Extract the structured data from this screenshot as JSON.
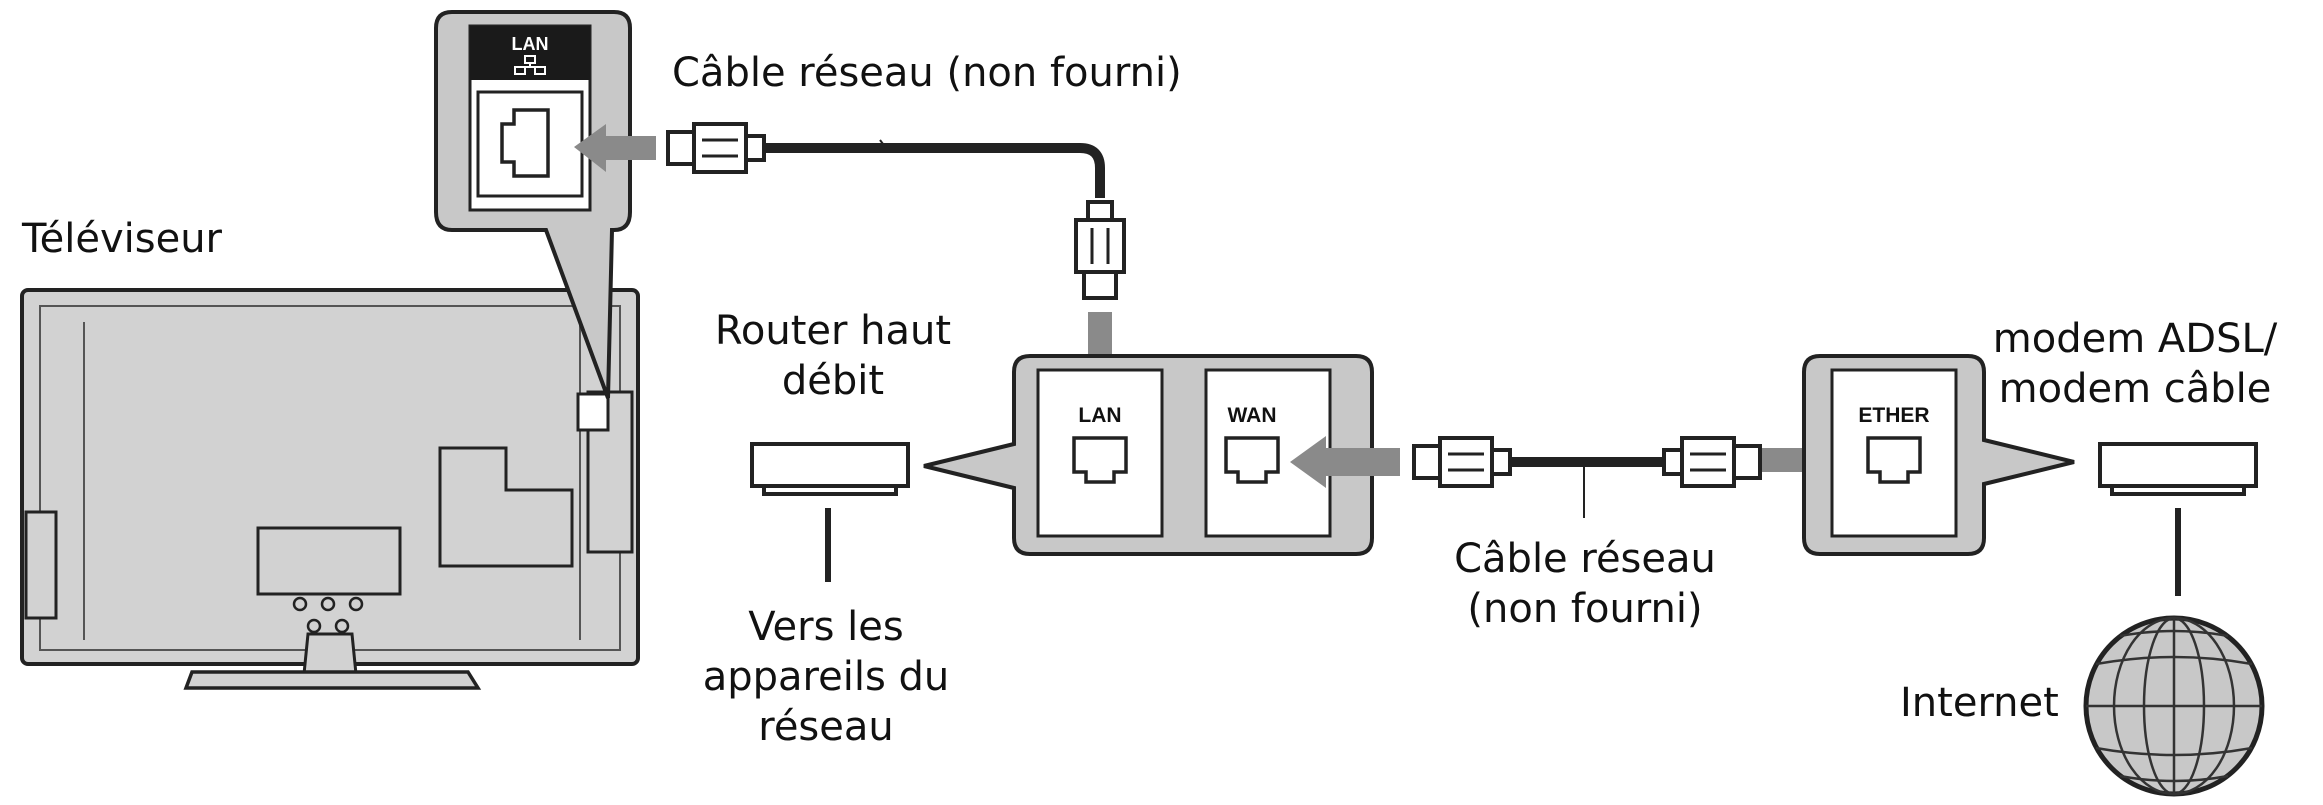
{
  "labels": {
    "tv": "Téléviseur",
    "cable_top": "Câble réseau (non fourni)",
    "router_line1": "Router haut",
    "router_line2": "débit",
    "devices_line1": "Vers les",
    "devices_line2": "appareils du",
    "devices_line3": "réseau",
    "cable_mid_line1": "Câble réseau",
    "cable_mid_line2": "(non fourni)",
    "modem_line1": "modem ADSL/",
    "modem_line2": "modem câble",
    "internet": "Internet"
  },
  "ports": {
    "tv_lan": "LAN",
    "router_lan": "LAN",
    "router_wan": "WAN",
    "modem_ether": "ETHER"
  },
  "colors": {
    "callout_fill": "#c8c8c8",
    "arrow_fill": "#8a8a8a",
    "tv_fill": "#d0d0d0",
    "stroke": "#222222"
  },
  "icons": [
    "lan-network-icon",
    "rj45-jack-icon",
    "rj45-plug-icon",
    "globe-icon",
    "arrow-icon"
  ]
}
